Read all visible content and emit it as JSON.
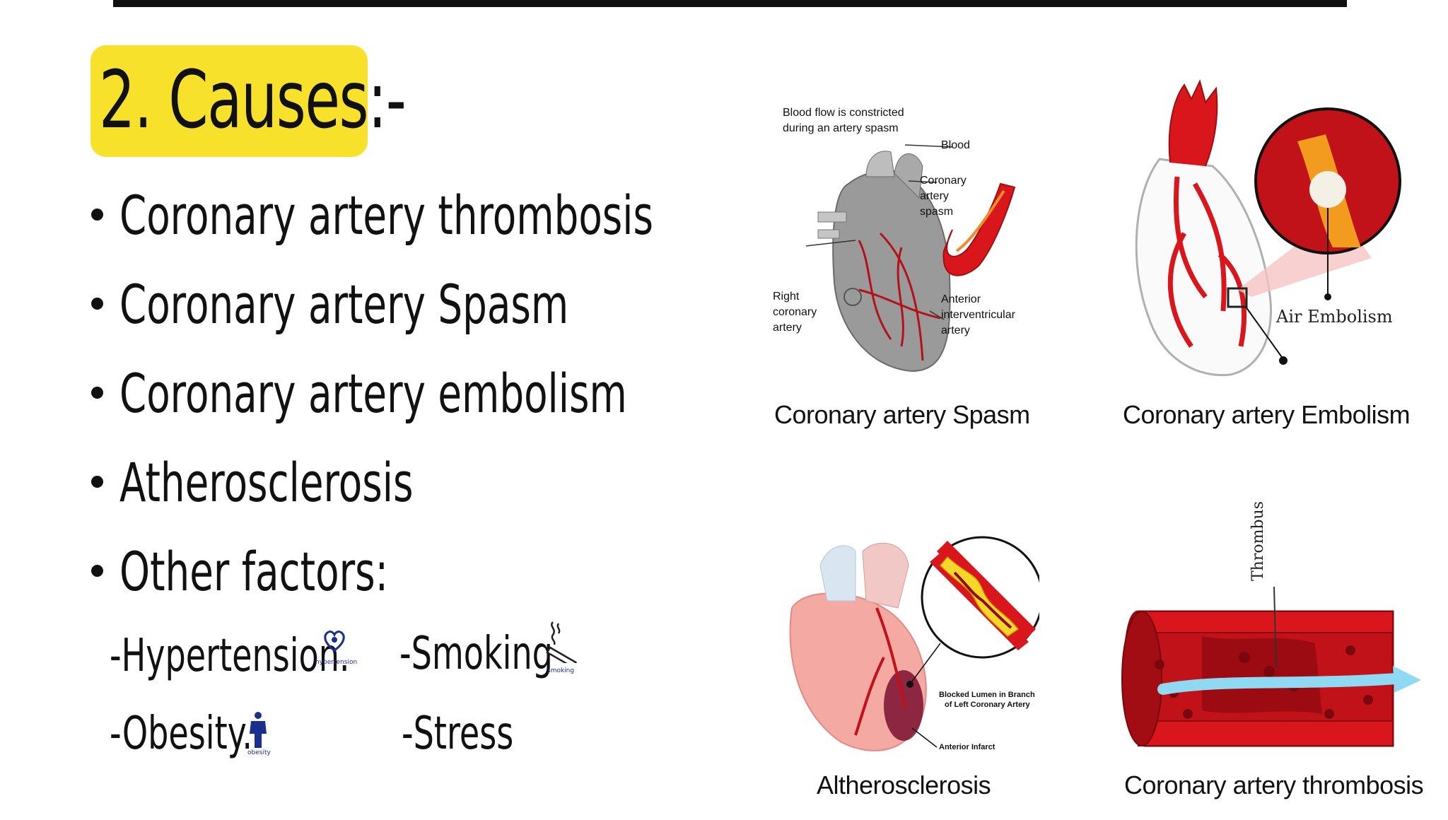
{
  "title": "2. Causes:-",
  "bullets": [
    "Coronary artery thrombosis",
    "Coronary artery Spasm",
    "Coronary artery embolism",
    "Atherosclerosis",
    "Other factors:"
  ],
  "other_factors": {
    "hypertension": "-Hypertension.",
    "hypertension_icon_label": "hypertension",
    "smoking": "-Smoking",
    "smoking_icon_label": "smoking",
    "obesity": "-Obesity.",
    "obesity_icon_label": "obesity",
    "stress": "-Stress"
  },
  "figures": {
    "spasm": {
      "caption": "Coronary artery Spasm",
      "note_line1": "Blood flow is constricted",
      "note_line2": "during an artery spasm",
      "blood": "Blood",
      "cas_line1": "Coronary",
      "cas_line2": "artery",
      "cas_line3": "spasm",
      "rca_line1": "Right",
      "rca_line2": "coronary",
      "rca_line3": "artery",
      "aiv_line1": "Anterior",
      "aiv_line2": "interventricular",
      "aiv_line3": "artery"
    },
    "embolism": {
      "caption": "Coronary artery Embolism",
      "label": "Air Embolism"
    },
    "athero": {
      "caption": "Altherosclerosis",
      "blocked_line1": "Blocked Lumen in Branch",
      "blocked_line2": "of Left Coronary Artery",
      "infarct": "Anterior Infarct"
    },
    "thrombosis": {
      "caption": "Coronary artery thrombosis",
      "label": "Thrombus"
    }
  },
  "colors": {
    "title_highlight": "#f8e12a",
    "artery_red": "#d8161c",
    "plaque_yellow": "#f5d72a",
    "flow_blue": "#7fd3f0"
  }
}
